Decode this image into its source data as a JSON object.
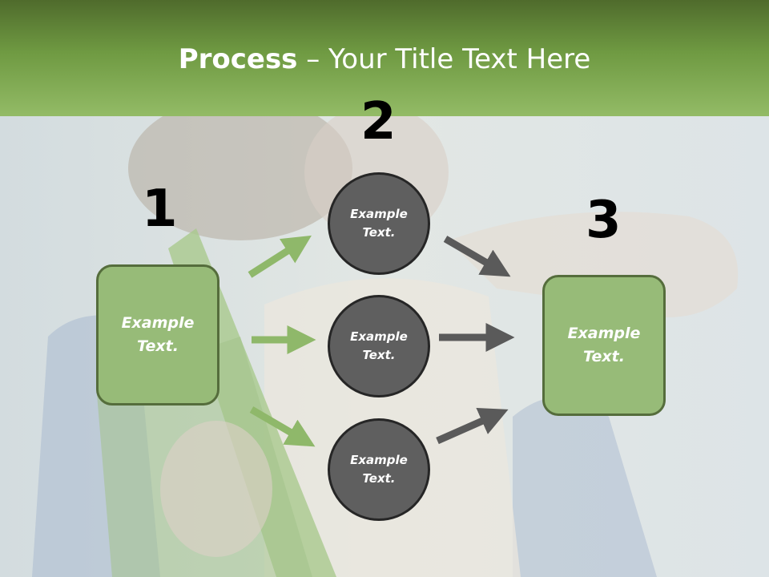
{
  "title": {
    "bold": "Process",
    "rest": " – Your Title Text Here"
  },
  "numbers": [
    "1",
    "2",
    "3"
  ],
  "left_box": {
    "label": "Example Text."
  },
  "circles": [
    {
      "label": "Example Text."
    },
    {
      "label": "Example Text."
    },
    {
      "label": "Example Text."
    }
  ],
  "right_box": {
    "label": "Example Text."
  },
  "colors": {
    "header": "#6f9a42",
    "box_fill": "#97bb78",
    "circle_fill": "#5f5f5f",
    "green_arrow": "#8fb86a",
    "gray_arrow": "#5a5a5a"
  }
}
